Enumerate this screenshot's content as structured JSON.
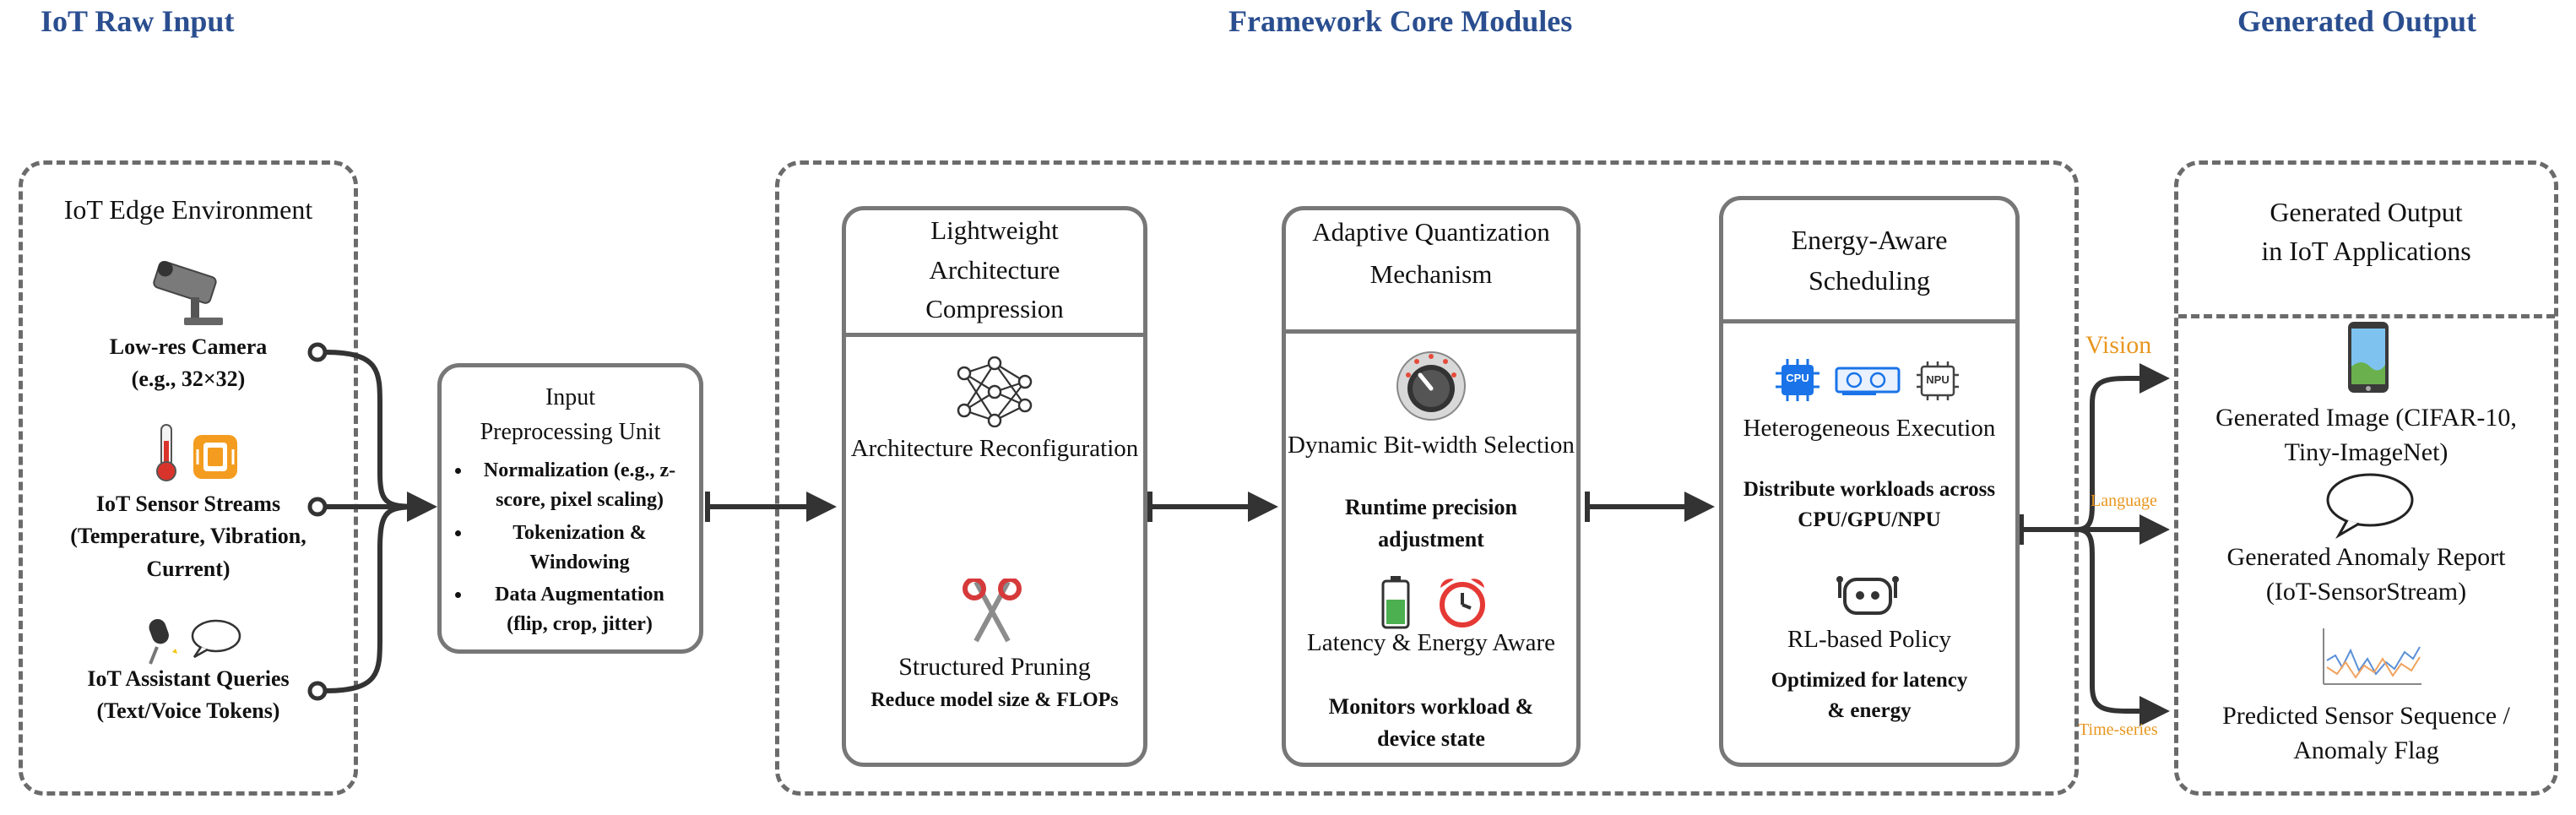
{
  "headers": {
    "raw_input": "IoT Raw Input",
    "core": "Framework Core Modules",
    "output": "Generated Output"
  },
  "edge": {
    "title": "IoT Edge Environment",
    "camera": "Low-res Camera\n(e.g., 32×32)",
    "sensor": "IoT Sensor Streams\n(Temperature, Vibration,\nCurrent)",
    "assistant": "IoT Assistant Queries\n(Text/Voice Tokens)"
  },
  "preprocess": {
    "title": "Input\nPreprocessing Unit",
    "items": [
      "Normalization (e.g., z-score, pixel scaling)",
      "Tokenization & Windowing",
      "Data Augmentation (flip, crop, jitter)"
    ]
  },
  "compression": {
    "title": "Lightweight\nArchitecture\nCompression",
    "item1": "Architecture Reconfiguration",
    "item2": "Structured Pruning",
    "item2_sub": "Reduce model size & FLOPs"
  },
  "quantization": {
    "title": "Adaptive Quantization\nMechanism",
    "item1": "Dynamic Bit-width Selection",
    "item1_sub": "Runtime precision\nadjustment",
    "item2": "Latency & Energy Aware",
    "item2_sub": "Monitors workload &\ndevice state"
  },
  "scheduling": {
    "title": "Energy-Aware\nScheduling",
    "chip_cpu": "CPU",
    "chip_npu": "NPU",
    "item1": "Heterogeneous Execution",
    "item1_sub": "Distribute workloads across\nCPU/GPU/NPU",
    "item2": "RL-based Policy",
    "item2_sub": "Optimized for latency\n& energy"
  },
  "branches": {
    "vision": "Vision",
    "language": "Language",
    "timeseries": "Time-series"
  },
  "output": {
    "title": "Generated Output\nin IoT Applications",
    "image": "Generated Image (CIFAR-10,\nTiny-ImageNet)",
    "report": "Generated Anomaly Report\n(IoT-SensorStream)",
    "sequence": "Predicted Sensor Sequence /\nAnomaly Flag"
  },
  "colors": {
    "header": "#2a4e8f",
    "branch_label": "#e8961e",
    "chip": "#1a73e8",
    "border": "#777777"
  }
}
